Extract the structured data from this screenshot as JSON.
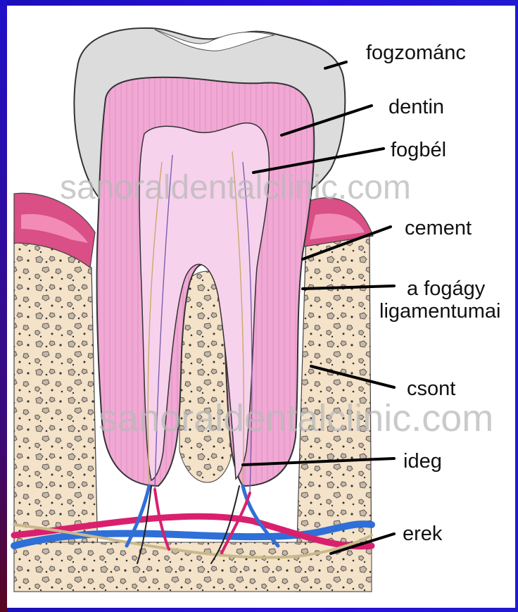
{
  "diagram": {
    "labels": {
      "enamel": "fogzománc",
      "dentin": "dentin",
      "pulp": "fogbél",
      "cement": "cement",
      "ligament_line1": "a fogágy",
      "ligament_line2": "ligamentumai",
      "bone": "csont",
      "nerve": "ideg",
      "vessels": "erek"
    },
    "watermark": {
      "top": "sanoraldentalclinic.com",
      "bottom": "sanoraldentalclinic.com"
    },
    "colors": {
      "frame_border": "#2a12d6",
      "enamel": "#dcdcdc",
      "dentin": "#f1a8d4",
      "pulp": "#f7d2ec",
      "gum": "#d94f86",
      "bone": "#f4e2c9",
      "artery": "#d9206e",
      "vein": "#2f6fd8",
      "nerve": "#c9b98a"
    }
  }
}
